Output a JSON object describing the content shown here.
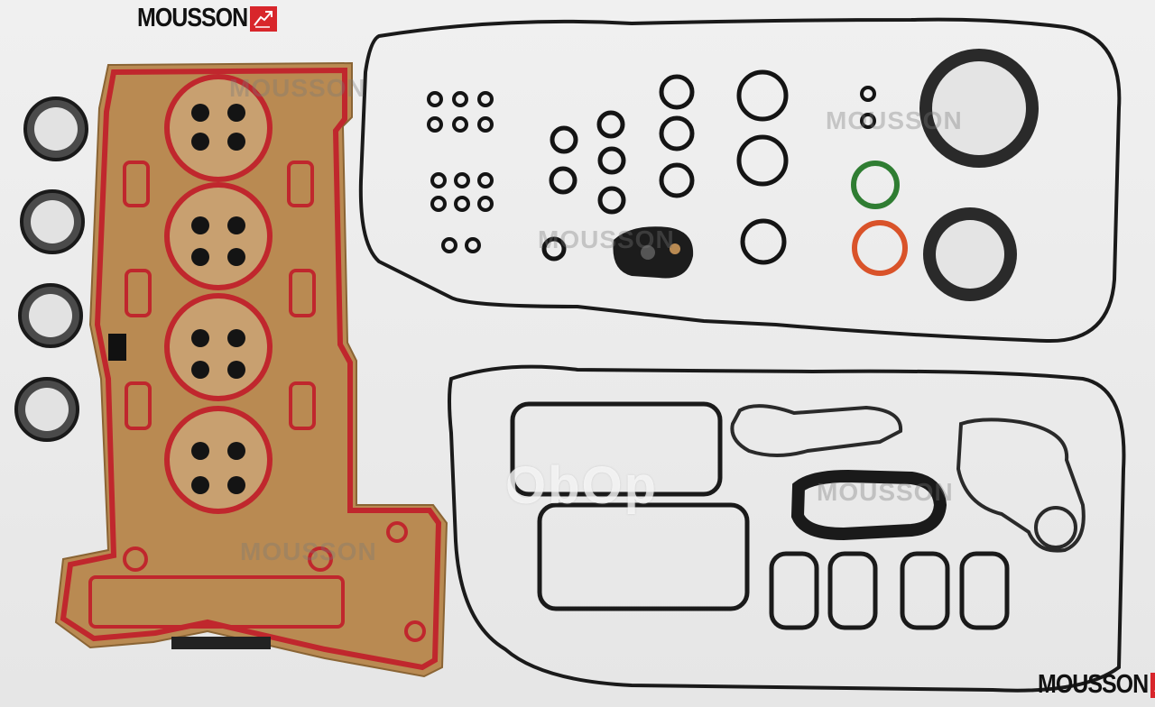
{
  "brand": {
    "name": "MOUSSON",
    "accent": "#d8262b"
  },
  "watermark": {
    "text": "MOUSSON",
    "center_text": "ObOp"
  },
  "colors": {
    "gasket_rubber": "#1a1a1a",
    "head_gasket_metal": "#b98a52",
    "head_gasket_bead": "#c0272d",
    "green_ring": "#2f7d32",
    "orange_ring": "#d9532a"
  }
}
